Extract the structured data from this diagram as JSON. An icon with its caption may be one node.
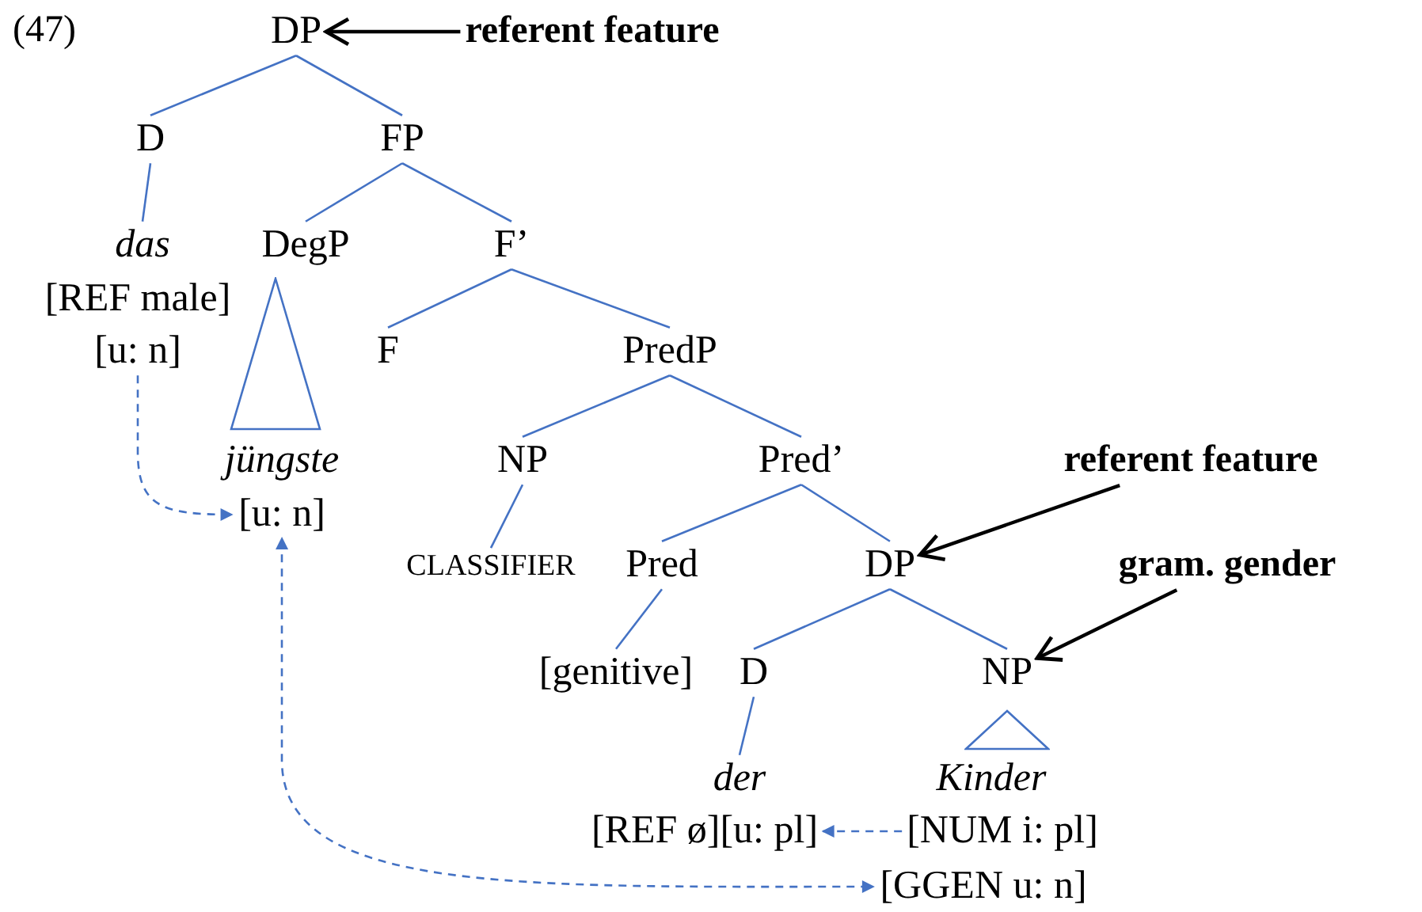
{
  "diagram": {
    "nodes": [
      {
        "text": [
          "DP"
        ]
      },
      {
        "text": [
          "D"
        ]
      },
      {
        "text": [
          "FP"
        ]
      },
      {
        "text": [
          "das"
        ]
      },
      {
        "text": [
          "DegP"
        ]
      },
      {
        "text": [
          "F’"
        ]
      },
      {
        "text": [
          "[REF male]"
        ]
      },
      {
        "text": [
          "F"
        ]
      },
      {
        "text": [
          "PredP"
        ]
      },
      {
        "text": [
          "[u: n]"
        ]
      },
      {
        "text": [],
        "shape": "triangle"
      },
      {
        "text": [
          "jüngste"
        ]
      },
      {
        "text": [
          "NP"
        ]
      },
      {
        "text": [
          "Pred’"
        ]
      },
      {
        "text": [
          "[u: n]"
        ]
      },
      {
        "text": [
          "CLASSIFIER"
        ]
      },
      {
        "text": [
          "Pred"
        ]
      },
      {
        "text": [
          "DP"
        ]
      },
      {
        "text": [
          "[genitive]"
        ]
      },
      {
        "text": [
          "D"
        ]
      },
      {
        "text": [
          "NP"
        ]
      },
      {
        "text": [],
        "shape": "triangle"
      },
      {
        "text": [
          "der"
        ]
      },
      {
        "text": [
          "Kinder"
        ]
      },
      {
        "text": [
          "[REF ø][u: pl]"
        ]
      },
      {
        "text": [
          "[NUM i: pl]"
        ]
      },
      {
        "text": [
          "[GGEN u: n]"
        ]
      },
      {
        "text": [
          "referent feature"
        ]
      },
      {
        "text": [
          "referent feature"
        ]
      },
      {
        "text": [
          "gram. gender"
        ]
      }
    ],
    "edges": [
      {
        "from": 0,
        "to": 1,
        "arrow": "none"
      },
      {
        "from": 0,
        "to": 2,
        "arrow": "none"
      },
      {
        "from": 1,
        "to": 3,
        "arrow": "none"
      },
      {
        "from": 2,
        "to": 4,
        "arrow": "none"
      },
      {
        "from": 2,
        "to": 5,
        "arrow": "none"
      },
      {
        "from": 5,
        "to": 7,
        "arrow": "none"
      },
      {
        "from": 5,
        "to": 8,
        "arrow": "none"
      },
      {
        "from": 8,
        "to": 12,
        "arrow": "none"
      },
      {
        "from": 8,
        "to": 13,
        "arrow": "none"
      },
      {
        "from": 12,
        "to": 15,
        "arrow": "none"
      },
      {
        "from": 13,
        "to": 16,
        "arrow": "none"
      },
      {
        "from": 13,
        "to": 17,
        "arrow": "none"
      },
      {
        "from": 16,
        "to": 18,
        "arrow": "none"
      },
      {
        "from": 17,
        "to": 19,
        "arrow": "none"
      },
      {
        "from": 17,
        "to": 20,
        "arrow": "none"
      },
      {
        "from": 19,
        "to": 22,
        "arrow": "none"
      },
      {
        "from": 9,
        "to": 14,
        "arrow": "to",
        "style": "dashed"
      },
      {
        "from": 25,
        "to": 24,
        "arrow": "to",
        "style": "dashed"
      },
      {
        "from": 14,
        "to": 26,
        "arrow": "both",
        "style": "dashed"
      },
      {
        "from": 27,
        "to": 0,
        "arrow": "to",
        "color": "#000000"
      },
      {
        "from": 28,
        "to": 17,
        "arrow": "to",
        "color": "#000000"
      },
      {
        "from": 29,
        "to": 20,
        "arrow": "to",
        "color": "#000000"
      }
    ],
    "labels": [
      "(47)"
    ]
  }
}
